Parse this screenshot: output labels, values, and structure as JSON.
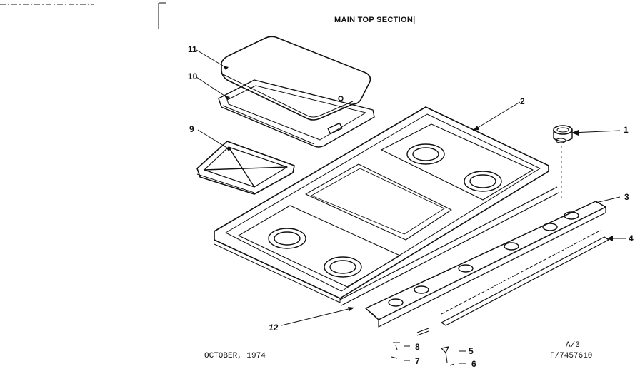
{
  "title": "MAIN TOP SECTION|",
  "date": "OCTOBER, 1974",
  "sheet": "A/3",
  "part_number": "F/7457610",
  "callouts": [
    "1",
    "2",
    "3",
    "4",
    "5",
    "6",
    "7",
    "8",
    "9",
    "10",
    "11",
    "12"
  ]
}
